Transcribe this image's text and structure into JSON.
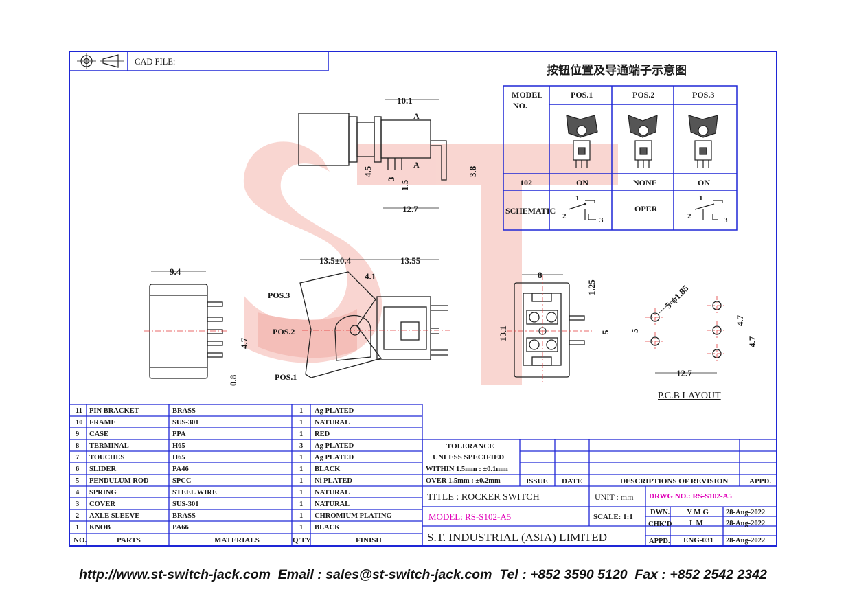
{
  "header": {
    "cad_label": "CAD FILE:",
    "diagram_title": "按钮位置及导通端子示意图"
  },
  "position_table": {
    "header_model": "MODEL",
    "header_no": "NO.",
    "positions": [
      "POS.1",
      "POS.2",
      "POS.3"
    ],
    "model_row": {
      "model": "102",
      "values": [
        "ON",
        "NONE",
        "ON"
      ]
    },
    "schematic_row": {
      "label": "SCHEMATIC",
      "pos2_text": "OPER",
      "pins_left": [
        "1",
        "2",
        "3"
      ],
      "pins_right": [
        "1",
        "2",
        "3"
      ]
    }
  },
  "dimensions": {
    "d10_1": "10.1",
    "a_top": "A",
    "a_bottom": "A",
    "d4_5": "4.5",
    "d3": "3",
    "d1_5": "1.5",
    "d3_8": "3.8",
    "d12_7_top": "12.7",
    "d9_4": "9.4",
    "d4_7_left": "4.7",
    "d0_8": "0.8",
    "d13_5": "13.5±0.4",
    "d13_55": "13.55",
    "d4_1": "4.1",
    "pos3": "POS.3",
    "pos2": "POS.2",
    "pos1": "POS.1",
    "d8": "8",
    "d1_25": "1.25",
    "d13_1": "13.1",
    "d5_right": "5",
    "d5_hole": "5-ϕ1.85",
    "d5_pcb": "5",
    "d4_7_pcb_a": "4.7",
    "d4_7_pcb_b": "4.7",
    "d12_7_pcb": "12.7",
    "pcb_layout": "P.C.B LAYOUT"
  },
  "bom": {
    "rows": [
      {
        "no": "11",
        "part": "PIN BRACKET",
        "material": "BRASS",
        "qty": "1",
        "finish": "Ag PLATED"
      },
      {
        "no": "10",
        "part": "FRAME",
        "material": "SUS-301",
        "qty": "1",
        "finish": "NATURAL"
      },
      {
        "no": "9",
        "part": "CASE",
        "material": "PPA",
        "qty": "1",
        "finish": "RED"
      },
      {
        "no": "8",
        "part": "TERMINAL",
        "material": "H65",
        "qty": "3",
        "finish": "Ag PLATED"
      },
      {
        "no": "7",
        "part": "TOUCHES",
        "material": "H65",
        "qty": "1",
        "finish": "Ag PLATED"
      },
      {
        "no": "6",
        "part": "SLIDER",
        "material": "PA46",
        "qty": "1",
        "finish": "BLACK"
      },
      {
        "no": "5",
        "part": "PENDULUM ROD",
        "material": "SPCC",
        "qty": "1",
        "finish": "Ni PLATED"
      },
      {
        "no": "4",
        "part": "SPRING",
        "material": "STEEL WIRE",
        "qty": "1",
        "finish": "NATURAL"
      },
      {
        "no": "3",
        "part": "COVER",
        "material": "SUS-301",
        "qty": "1",
        "finish": "NATURAL"
      },
      {
        "no": "2",
        "part": "AXLE SLEEVE",
        "material": "BRASS",
        "qty": "1",
        "finish": "CHROMIUM PLATING"
      },
      {
        "no": "1",
        "part": "KNOB",
        "material": "PA66",
        "qty": "1",
        "finish": "BLACK"
      }
    ],
    "headers": {
      "no": "NO.",
      "parts": "PARTS",
      "materials": "MATERIALS",
      "qty": "Q'TY",
      "finish": "FINISH"
    }
  },
  "title_block": {
    "tolerance": "TOLERANCE",
    "unless": "UNLESS   SPECIFIED",
    "within": "WITHIN  1.5mm : ±0.1mm",
    "over": "OVER    1.5mm : ±0.2mm",
    "issue": "ISSUE",
    "date": "DATE",
    "descriptions": "DESCRIPTIONS  OF  REVISION",
    "appd_hdr": "APPD.",
    "title": "TITLE : ROCKER SWITCH",
    "unit": "UNIT :  mm",
    "drwg": "DRWG NO.: RS-S102-A5",
    "model": "MODEL: RS-S102-A5",
    "scale": "SCALE:  1:1",
    "dwn_label": "DWN.",
    "dwn_value": "Y M G",
    "dwn_date": "28-Aug-2022",
    "chkd_label": "CHK'D",
    "chkd_value": "L M",
    "chkd_date": "28-Aug-2022",
    "appd_label": "APPD.",
    "appd_value": "ENG-031",
    "appd_date": "28-Aug-2022",
    "company": "S.T.  INDUSTRIAL  (ASIA)  LIMITED"
  },
  "footer": {
    "text": "http://www.st-switch-jack.com  Email : sales@st-switch-jack.com  Tel : +852 3590 5120  Fax : +852 2542 2342"
  },
  "colors": {
    "border": "#1f27d6",
    "watermark": "#f4b9b3",
    "magenta": "#e000b8",
    "centerline": "#e23a3a"
  }
}
